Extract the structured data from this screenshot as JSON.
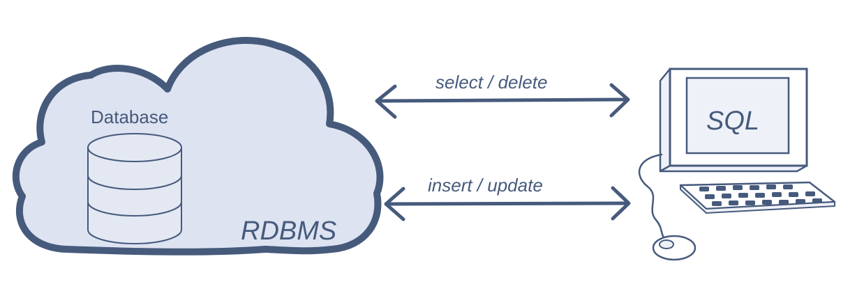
{
  "diagram": {
    "cloud_label": "RDBMS",
    "database_label": "Database",
    "screen_label": "SQL",
    "arrow_top_label": "select / delete",
    "arrow_bottom_label": "insert / update"
  },
  "colors": {
    "ink": "#465a7c",
    "cloud_fill": "#dde3f1",
    "db_fill": "#e3e8f3",
    "screen_fill": "#eef1f8"
  },
  "icons": {
    "database": "database-icon",
    "computer": "computer-icon",
    "keyboard": "keyboard-icon",
    "mouse": "mouse-icon"
  }
}
